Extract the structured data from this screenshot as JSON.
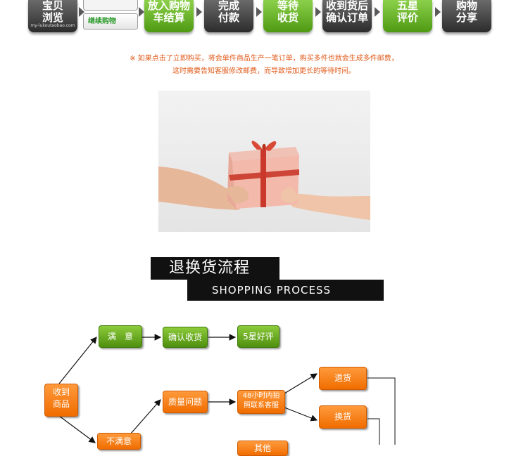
{
  "top_steps": [
    {
      "id": "browse",
      "line1": "宝贝",
      "line2": "浏览",
      "style": "dark"
    },
    {
      "id": "cart",
      "line1": "放入购物",
      "line2": "车结算",
      "style": "green"
    },
    {
      "id": "pay",
      "line1": "完成",
      "line2": "付款",
      "style": "dark"
    },
    {
      "id": "wait",
      "line1": "等待",
      "line2": "收货",
      "style": "green"
    },
    {
      "id": "confirm",
      "line1": "收到货后",
      "line2": "确认订单",
      "style": "dark"
    },
    {
      "id": "rate",
      "line1": "五星",
      "line2": "评价",
      "style": "green"
    },
    {
      "id": "share",
      "line1": "购物",
      "line2": "分享",
      "style": "dark"
    }
  ],
  "shop_url": "my-lukoutaobao.com",
  "continue_label": "继续购物",
  "notice": {
    "line1": "※ 如果点击了立即购买，将会单件商品生产一笔订单，购买多件也就会生成多件邮费，",
    "line2": "这时需要告知客服修改邮费，而导致增加更长的等待时间。"
  },
  "section_title": {
    "cn": "退换货流程",
    "en": "SHOPPING PROCESS"
  },
  "flow": {
    "received": "收到\n商品",
    "satisfied": "满　意",
    "confirm_receipt": "确认收货",
    "five_star": "5星好评",
    "unsatisfied": "不满意",
    "quality": "质量问题",
    "contact": "48小时内拍\n照联系客服",
    "return": "退货",
    "exchange": "换货",
    "other": "其他"
  },
  "colors": {
    "green": "#5a9e17",
    "orange": "#f47a12",
    "dark": "#3a3a3a",
    "notice": "#e05a1a"
  }
}
